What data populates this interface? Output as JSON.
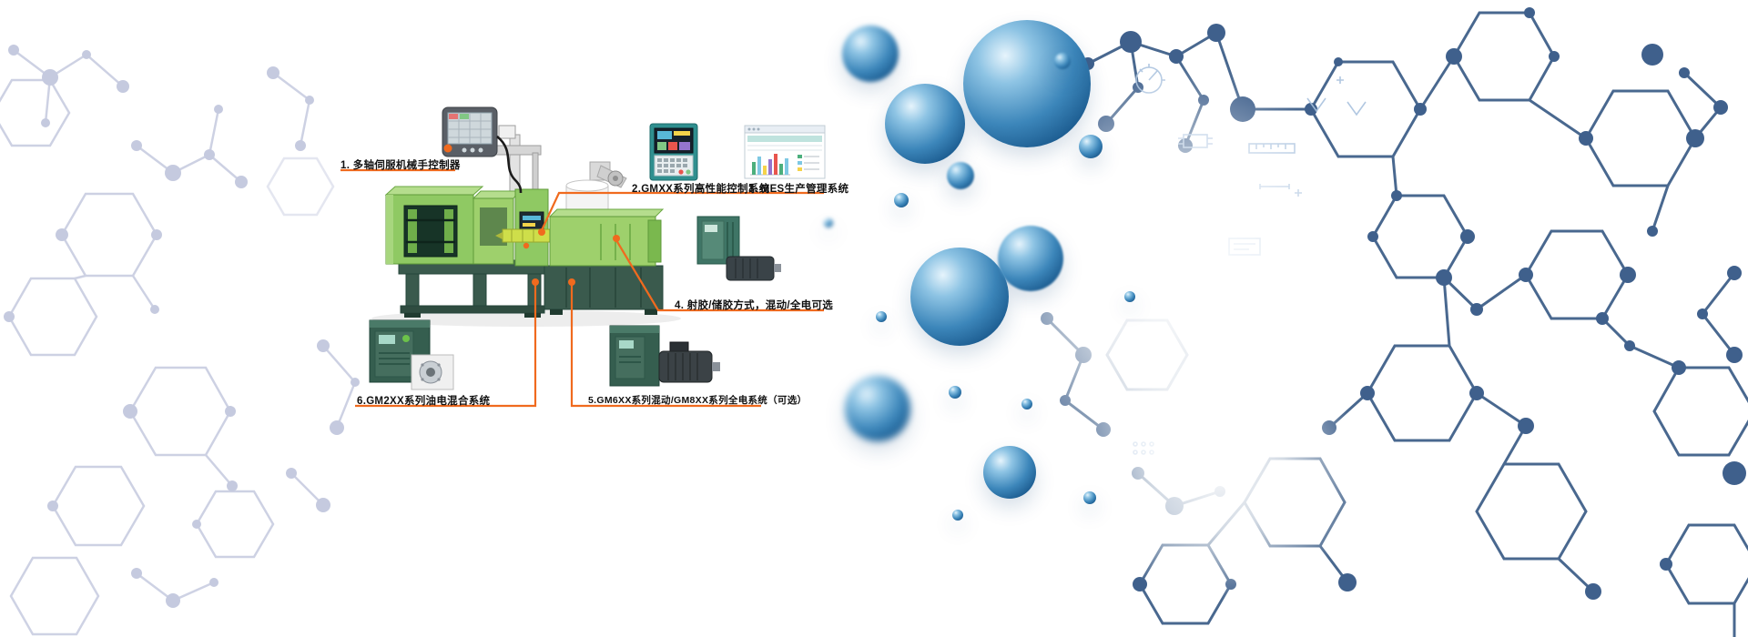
{
  "diagram": {
    "labels": [
      {
        "id": "1",
        "text": "1. 多轴伺服机械手控制器"
      },
      {
        "id": "2",
        "text": "2.GMXX系列高性能控制系统"
      },
      {
        "id": "3",
        "text": "3. MES生产管理系统"
      },
      {
        "id": "4",
        "text": "4. 射胶/储胶方式，混动/全电可选"
      },
      {
        "id": "5",
        "text": "5.GM6XX系列混动/GM8XX系列全电系统（可选）"
      },
      {
        "id": "6",
        "text": "6.GM2XX系列油电混合系统"
      }
    ]
  },
  "colors": {
    "accent_orange": "#f06a1e",
    "machine_green": "#8fc963",
    "machine_light_green": "#b5dd8d",
    "machine_base_dark": "#3a5a4d",
    "barrel_yellow": "#cede4a",
    "sphere_blue": "#2e7cb3",
    "network_blue_right": "#49688f",
    "network_gray_left": "#c5cadf"
  }
}
